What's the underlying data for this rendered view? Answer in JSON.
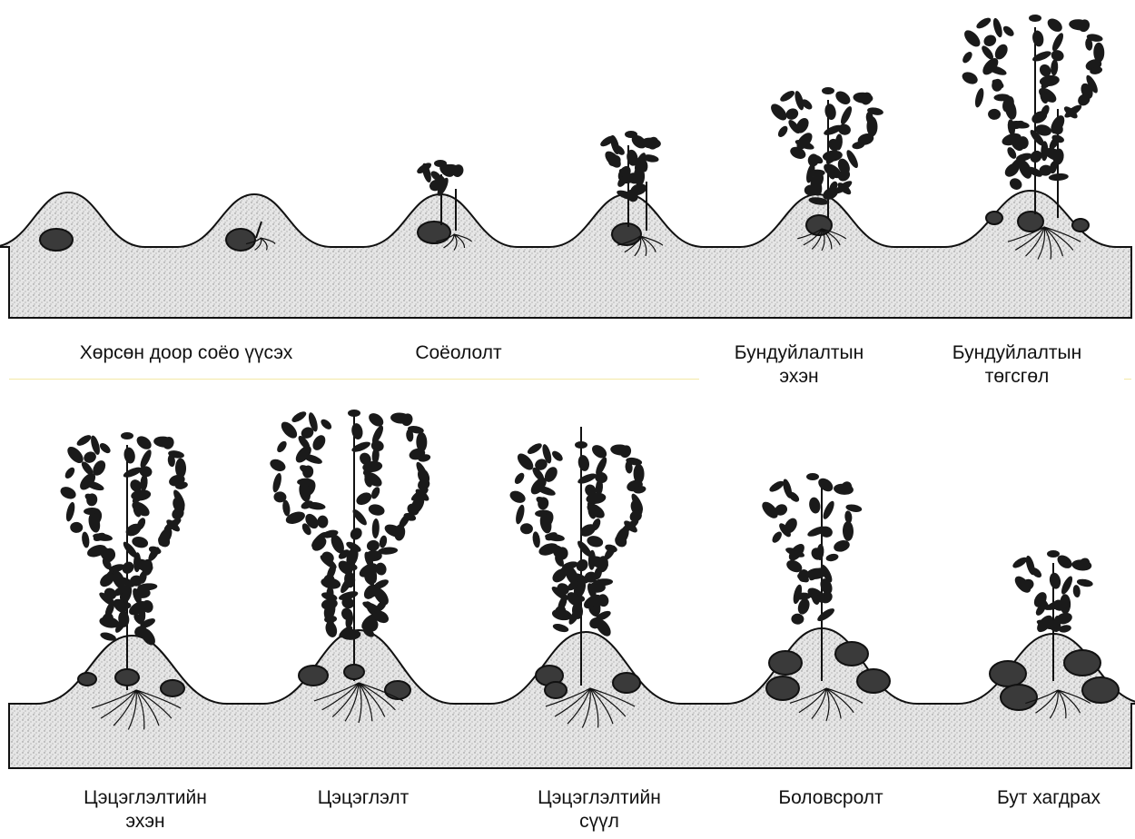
{
  "top_row": {
    "labels": [
      {
        "line1": "Хөрсөн доор соёо үүсэх",
        "line2": ""
      },
      {
        "line1": "Соёололт",
        "line2": ""
      },
      {
        "line1": "Бундуйлалтын",
        "line2": "эхэн"
      },
      {
        "line1": "Бундуйлалтын",
        "line2": "төгсгөл"
      }
    ]
  },
  "bottom_row": {
    "labels": [
      {
        "line1": "Цэцэглэлтийн",
        "line2": "эхэн"
      },
      {
        "line1": "Цэцэглэлт",
        "line2": ""
      },
      {
        "line1": "Цэцэглэлтийн",
        "line2": "сүүл"
      },
      {
        "line1": "Боловсролт",
        "line2": ""
      },
      {
        "line1": "Бут хагдрах",
        "line2": ""
      }
    ]
  },
  "colors": {
    "soil": "#d9d9d9",
    "ink": "#111111",
    "tuber": "#3a3a3a",
    "leaf": "#1a1a1a",
    "divider": "#f3e9a6"
  }
}
